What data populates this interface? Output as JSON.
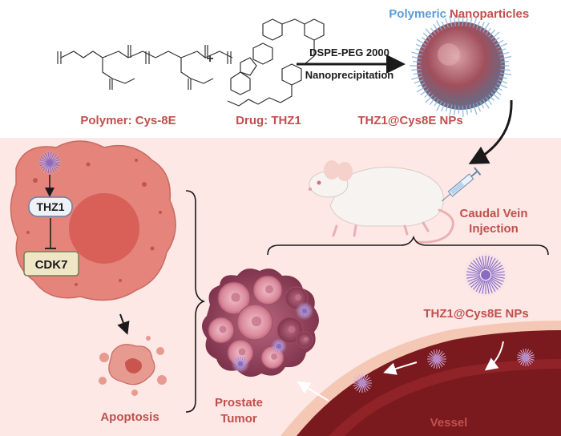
{
  "labels": {
    "polymeric": "Polymeric",
    "nanoparticles": "Nanoparticles",
    "polymer": "Polymer: Cys-8E",
    "drug": "Drug: THZ1",
    "product": "THZ1@Cys8E NPs",
    "reagent": "DSPE-PEG 2000",
    "method": "Nanoprecipitation",
    "plus": "+",
    "thz1_box": "THZ1",
    "cdk7_box": "CDK7",
    "apoptosis": "Apoptosis",
    "tumor_line1": "Prostate",
    "tumor_line2": "Tumor",
    "injection_line1": "Caudal Vein",
    "injection_line2": "Injection",
    "nps_in_vessel": "THZ1@Cys8E NPs",
    "vessel": "Vessel"
  },
  "colors": {
    "accent_red": "#c0504d",
    "polymeric_blue": "#5b9bd5",
    "dark_text": "#1a1a1a",
    "panel_bg": "#fde8e6",
    "cell_fill": "#e4847a",
    "nucleus_fill": "#d86058",
    "vessel_dark": "#7a1a1e",
    "vessel_wall": "#f4c8b4",
    "np_purple": "#8a6bbf"
  }
}
